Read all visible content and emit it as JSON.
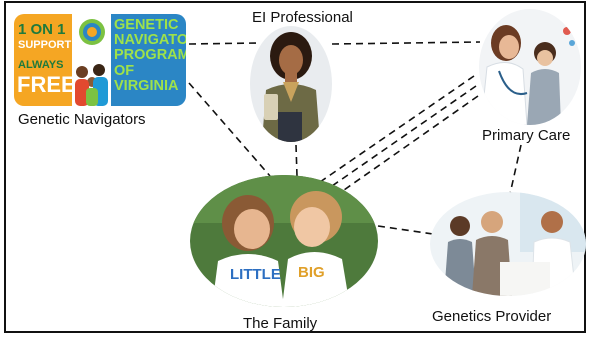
{
  "nodes": {
    "ei_professional": "EI Professional",
    "genetic_navigators": "Genetic Navigators",
    "primary_care": "Primary Care",
    "the_family": "The Family",
    "genetics_provider": "Genetics Provider"
  },
  "logo": {
    "one_on_one": "1 ON 1",
    "support": "SUPPORT",
    "always": "ALWAYS",
    "free": "FREE",
    "title": "GENETIC NAVIGATOR PROGRAM OF VIRGINIA"
  },
  "colors": {
    "logo_orange": "#f5a623",
    "logo_blue": "#2b86c5",
    "logo_green": "#9fe24a",
    "connector": "#111111"
  }
}
